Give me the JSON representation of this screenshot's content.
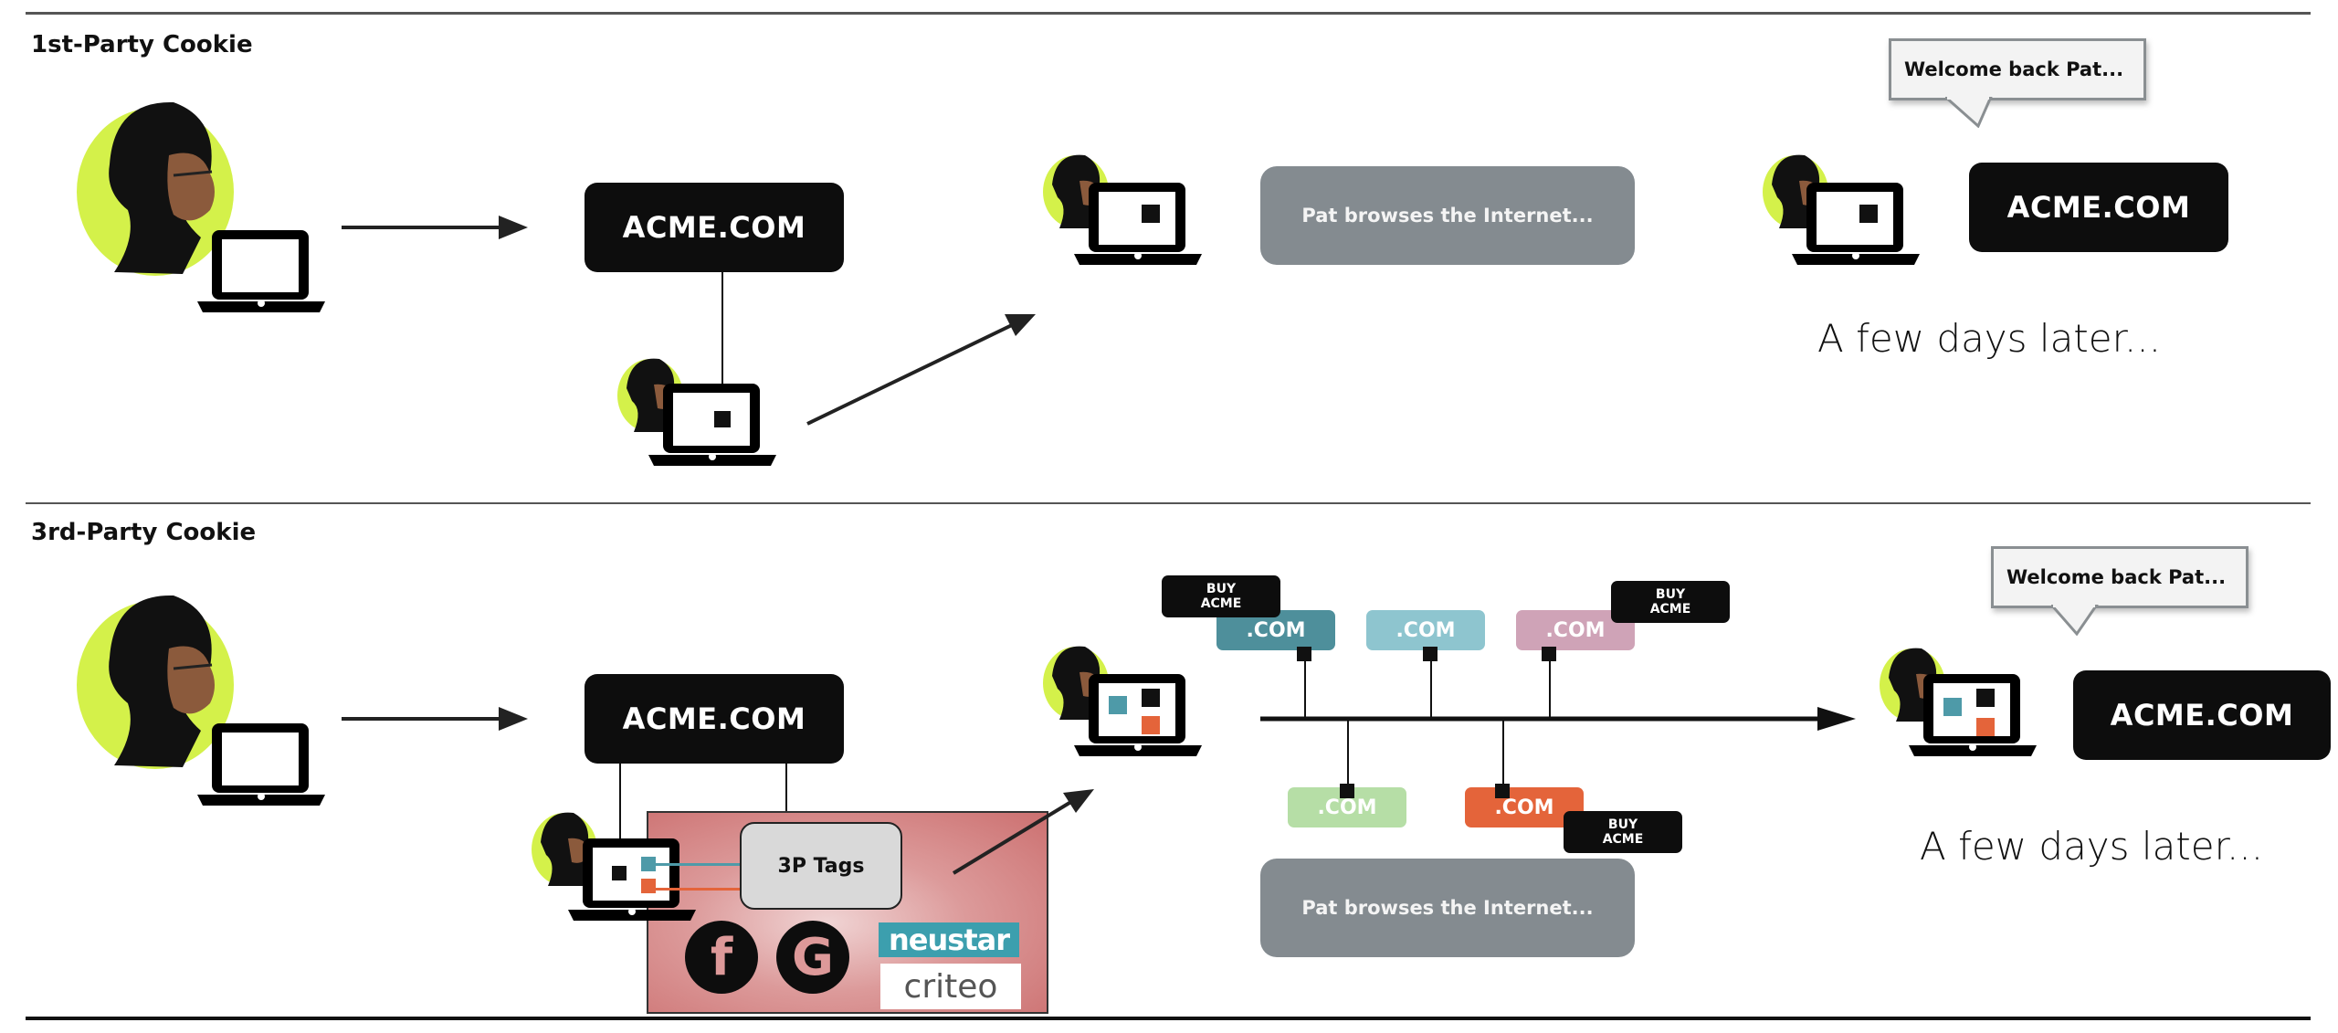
{
  "sections": {
    "first_party": {
      "title": "1st-Party Cookie",
      "site_label": "ACME.COM",
      "browse_label": "Pat browses the Internet...",
      "return_site_label": "ACME.COM",
      "welcome_text": "Welcome back Pat...",
      "later_text": "A few days later..."
    },
    "third_party": {
      "title": "3rd-Party Cookie",
      "site_label": "ACME.COM",
      "tags_label": "3P Tags",
      "logos": {
        "facebook": "f",
        "google": "G",
        "neustar": "neustar",
        "criteo": "criteo"
      },
      "sites": [
        {
          "label": ".COM",
          "color": "#4e8f9b",
          "ad": "BUY ACME"
        },
        {
          "label": ".COM",
          "color": "#8ec5cf",
          "ad": ""
        },
        {
          "label": ".COM",
          "color": "#cfa3b7",
          "ad": "BUY ACME"
        },
        {
          "label": ".COM",
          "color": "#b6dea6",
          "ad": ""
        },
        {
          "label": ".COM",
          "color": "#e4643a",
          "ad": "BUY ACME"
        }
      ],
      "ad_line1": "BUY",
      "ad_line2": "ACME",
      "browse_label": "Pat browses the Internet...",
      "return_site_label": "ACME.COM",
      "welcome_text": "Welcome back Pat...",
      "later_text": "A few days later..."
    }
  },
  "colors": {
    "avatar_bg": "#d4f14a",
    "site_box": "#0d0d0d",
    "browse_box": "#848b90",
    "cookie_teal": "#4e9aa8",
    "cookie_orange": "#e4643a",
    "tag_panel": "#d98a8a"
  }
}
